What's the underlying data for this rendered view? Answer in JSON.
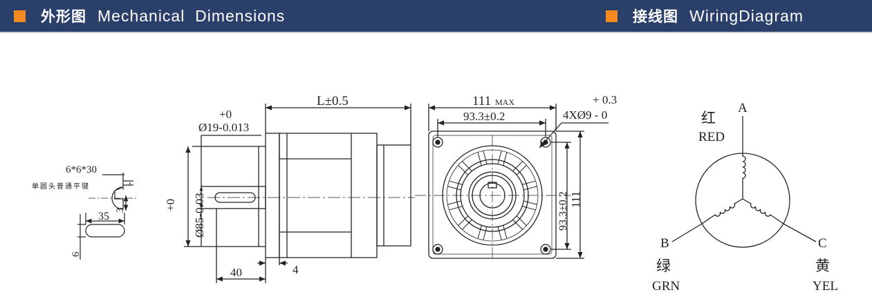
{
  "header_left": {
    "cn": "外形图",
    "en": "Mechanical  Dimensions"
  },
  "header_right": {
    "cn": "接线图",
    "en": "WiringDiagram"
  },
  "colors": {
    "banner": "#2a3f69",
    "accent": "#f28a1f",
    "line": "#222222"
  },
  "key_detail": {
    "key_spec": "6*6*30",
    "key_note": "单圆头普通平键",
    "dim_3": "3",
    "dim_35": "35",
    "dim_6": "6"
  },
  "side_view": {
    "length": "L±0.5",
    "shaft_tol_plus": "+0",
    "shaft_dia": "Ø19-0.013",
    "pilot_tol_plus": "+0",
    "pilot_dia": "Ø85-0.03",
    "shaft_len": "40",
    "flange_thk": "4"
  },
  "front_view": {
    "width_max_num": "111",
    "width_max_unit": "MAX",
    "bolt_spacing_h": "93.3±0.2",
    "hole_tol_plus": "+ 0.3",
    "holes": "4XØ9 - 0",
    "bolt_spacing_v": "93.3±0.2",
    "height": "111"
  },
  "wiring": {
    "phase_a": "A",
    "phase_b": "B",
    "phase_c": "C",
    "a_color_cn": "红",
    "a_color_en": "RED",
    "b_color_cn": "绿",
    "b_color_en": "GRN",
    "c_color_cn": "黄",
    "c_color_en": "YEL"
  }
}
